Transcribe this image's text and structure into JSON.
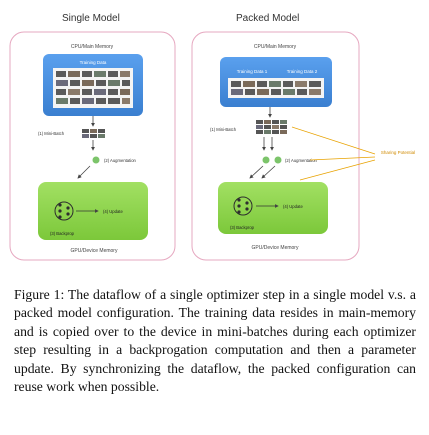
{
  "panels": {
    "single": {
      "title": "Single Model",
      "memory_label": "CPU/Main Memory",
      "training_data": [
        "Training Data"
      ],
      "mini_batch_label": "(1) Mini-Batch",
      "augmentation_label": "(2) Augmentation",
      "backprop_label": "(3) Backprop",
      "update_label": "(4) Update",
      "device_label": "GPU/Device Memory"
    },
    "packed": {
      "title": "Packed Model",
      "memory_label": "CPU/Main Memory",
      "training_data": [
        "Training Data 1",
        "Training Data 2"
      ],
      "mini_batch_label": "(1) Mini-Batch",
      "augmentation_label": "(2) Augmentation",
      "backprop_label": "(3) Backprop",
      "update_label": "(4) Update",
      "device_label": "GPU/Device Memory",
      "sharing_label": "Sharing Potential"
    }
  },
  "caption": {
    "label": "Figure 1:",
    "text": "The dataflow of a single optimizer step in a single model v.s. a packed model configuration. The training data resides in main-memory and is copied over to the device in mini-batches during each optimizer step resulting in a backprogation computation and then a parameter update. By synchronizing the dataflow, the packed configuration can reuse work when possible."
  },
  "colors": {
    "panel_border": "#e6a8c0",
    "memory_blue": "#4a90e2",
    "gpu_green": "#8ed64a",
    "sharing_orange": "#e8a200"
  }
}
